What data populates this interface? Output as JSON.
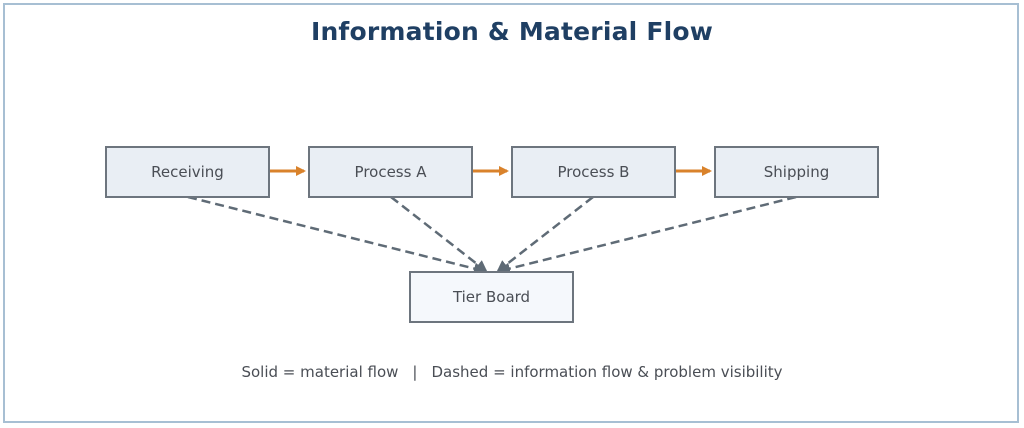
{
  "title": "Information & Material Flow",
  "colors": {
    "title": "#1f3f63",
    "process_fill": "#e9eef4",
    "board_fill": "#f5f8fc",
    "box_stroke": "#6d757e",
    "material_arrow": "#d9822b",
    "info_arrow": "#5f6b76",
    "frame_border": "#a7bfd3"
  },
  "nodes": {
    "receiving": "Receiving",
    "process_a": "Process A",
    "process_b": "Process B",
    "shipping": "Shipping",
    "tier_board": "Tier Board"
  },
  "material_flow": [
    {
      "from": "receiving",
      "to": "process_a"
    },
    {
      "from": "process_a",
      "to": "process_b"
    },
    {
      "from": "process_b",
      "to": "shipping"
    }
  ],
  "information_flow": [
    {
      "from": "receiving",
      "to": "tier_board"
    },
    {
      "from": "process_a",
      "to": "tier_board"
    },
    {
      "from": "process_b",
      "to": "tier_board"
    },
    {
      "from": "shipping",
      "to": "tier_board"
    }
  ],
  "legend": {
    "solid": "Solid = material flow",
    "separator": "|",
    "dashed": "Dashed = information flow & problem visibility"
  }
}
